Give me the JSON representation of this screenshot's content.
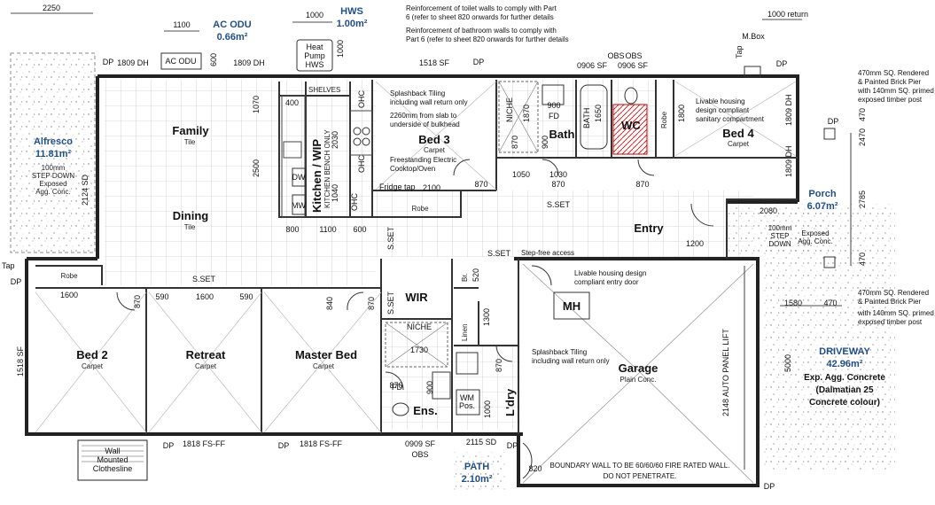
{
  "rooms": {
    "family": {
      "name": "Family",
      "finish": "Tile"
    },
    "dining": {
      "name": "Dining",
      "finish": "Tile"
    },
    "kitchen": {
      "name": "Kitchen / WIP"
    },
    "bed3": {
      "name": "Bed 3",
      "finish": "Carpet"
    },
    "bath": {
      "name": "Bath"
    },
    "wc": {
      "name": "WC"
    },
    "bed4": {
      "name": "Bed 4",
      "finish": "Carpet"
    },
    "entry": {
      "name": "Entry"
    },
    "bed2": {
      "name": "Bed 2",
      "finish": "Carpet"
    },
    "retreat": {
      "name": "Retreat",
      "finish": "Carpet"
    },
    "master_bed": {
      "name": "Master Bed",
      "finish": "Carpet"
    },
    "wir": {
      "name": "WIR"
    },
    "ens": {
      "name": "Ens."
    },
    "ldry": {
      "name": "L'dry"
    },
    "garage": {
      "name": "Garage",
      "finish": "Plain Conc."
    },
    "robe_bed3": {
      "name": "Robe"
    },
    "robe_bed2": {
      "name": "Robe"
    },
    "robe_bed4": {
      "name": "Robe"
    },
    "linen": {
      "name": "Linen"
    },
    "br": {
      "name": "Br."
    },
    "shelves": {
      "name": "SHELVES"
    }
  },
  "areas": {
    "alfresco": {
      "name": "Alfresco",
      "area": "11.81m²",
      "notes": [
        "100mm",
        "STEP DOWN",
        "Exposed",
        "Agg. Conc."
      ]
    },
    "ac_odu": {
      "name": "AC ODU",
      "area": "0.66m²"
    },
    "hws": {
      "name": "HWS",
      "area": "1.00m²"
    },
    "porch": {
      "name": "Porch",
      "area": "6.07m²"
    },
    "path": {
      "name": "PATH",
      "area": "2.10m²"
    },
    "driveway": {
      "name": "DRIVEWAY",
      "area": "42.96m²",
      "desc": [
        "Exp. Agg. Concrete",
        "(Dalmatian 25",
        "Concrete colour)"
      ]
    }
  },
  "equipment": {
    "ac_odu_label": "AC ODU",
    "heat_pump": [
      "Heat",
      "Pump",
      "HWS"
    ],
    "mbox": "M.Box",
    "tap": "Tap",
    "mh": "MH",
    "dw": "DW",
    "mw": "MW",
    "ohc": "OHC",
    "niche": "NICHE",
    "wm": [
      "WM",
      "Pos."
    ],
    "fd": "FD",
    "obs": "OBS",
    "dp": "DP",
    "sset": "S.SET",
    "wall_clothesline": [
      "Wall",
      "Mounted",
      "Clothesline"
    ],
    "fridge_tap": "Fridge tap",
    "kitchen_note": "KITCHEN BENCH ONLY",
    "step_free": "Step-free access",
    "porch_step": [
      "100mm",
      "STEP",
      "DOWN"
    ],
    "porch_exposed": [
      "Exposed",
      "Agg. Conc."
    ],
    "bath_label": "BATH",
    "auto_lift": "2148 AUTO PANEL LIFT"
  },
  "notes": {
    "toilet_reinforcement": [
      "Reinforcement of toilet walls to comply with Part",
      "6 (refer to sheet 820 onwards for further details"
    ],
    "bathroom_reinforcement": [
      "Reinforcement of bathroom walls to comply with",
      "Part 6 (refer to sheet 820 onwards for further details"
    ],
    "splashback_kitchen": [
      "Splashback Tiling",
      "including wall return only"
    ],
    "bulkhead": [
      "2260mm from slab to",
      "underside of bulkhead"
    ],
    "cooktop": [
      "Freestanding Electric",
      "Cooktop/Oven"
    ],
    "livable_wc": [
      "Livable housing",
      "design compliant",
      "sanitary compartment"
    ],
    "pier_top": [
      "470mm SQ. Rendered",
      "& Painted Brick Pier",
      "with 140mm SQ. primed",
      "exposed timber post"
    ],
    "pier_bottom": [
      "470mm SQ. Rendered",
      "& Painted Brick Pier",
      "with 140mm SQ. primed",
      "exposed timber post"
    ],
    "entry_door": [
      "Livable housing design",
      "compliant entry door"
    ],
    "splashback_laundry": [
      "Splashback Tiling",
      "including wall return only"
    ],
    "boundary": [
      "BOUNDARY WALL TO BE 60/60/60 FIRE RATED WALL.",
      "DO NOT PENETRATE."
    ]
  },
  "dims": {
    "d2250": "2250",
    "d1100": "1100",
    "d1000_hws": "1000",
    "d1000_return": "1000 return",
    "d600": "600",
    "d1000_v": "1000",
    "top_windows": [
      "1809 DH",
      "1809 DH",
      "1518 SF",
      "0906 SF",
      "0906 SF"
    ],
    "d1809_bed4_a": "1809 DH",
    "d1809_bed4_b": "1809 DH",
    "d2124_sd": "2124 SD",
    "d1518_sf_left": "1518 SF",
    "bottom_windows": [
      "1818 FS-FF",
      "1818 FS-FF",
      "0909 SF",
      "2115 SD"
    ],
    "d1070": "1070",
    "d2500": "2500",
    "d400": "400",
    "d2030": "2030",
    "d1040": "1040",
    "d800": "800",
    "d1100_k": "1100",
    "d600_k": "600",
    "d2100": "2100",
    "d870_bed3": "870",
    "d1050": "1050",
    "d1030": "1030",
    "d870_bath": "870",
    "d900_a": "900",
    "d1870": "1870",
    "d870_niche": "870",
    "d1650": "1650",
    "d900_bath": "900",
    "d1800": "1800",
    "d870_bed4": "870",
    "d1200": "1200",
    "d2080": "2080",
    "d2470": "2470",
    "d2785": "2785",
    "d470_a": "470",
    "d470_b": "470",
    "d1580": "1580",
    "d470_c": "470",
    "d5000": "5000",
    "d1600_robe": "1600",
    "d870_bed2": "870",
    "d590_a": "590",
    "d1600_ret": "1600",
    "d590_b": "590",
    "d840": "840",
    "d870_master": "870",
    "d520": "520",
    "d1300": "1300",
    "d1730": "1730",
    "d870_ens": "870",
    "d900_ens": "900",
    "d1000_l": "1000",
    "d870_ldry": "870",
    "d820": "820"
  }
}
